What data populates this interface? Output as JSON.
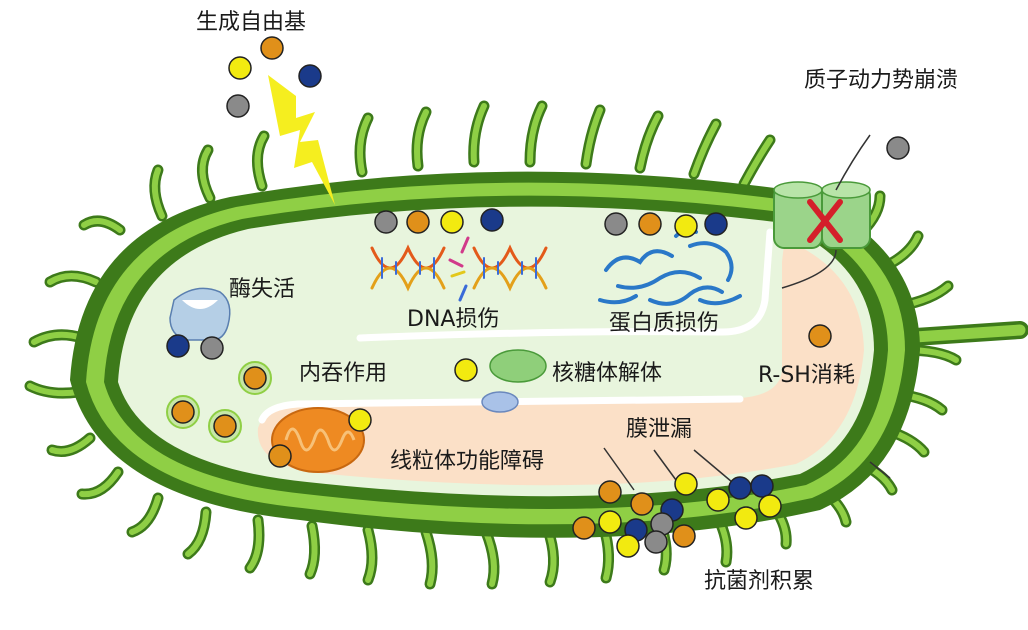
{
  "labels": {
    "free_radicals": "生成自由基",
    "pmf_collapse": "质子动力势崩溃",
    "enzyme_inactivation": "酶失活",
    "dna_damage": "DNA损伤",
    "protein_damage": "蛋白质损伤",
    "endocytosis": "内吞作用",
    "ribosome_disassembly": "核糖体解体",
    "rsh_depletion": "R-SH消耗",
    "mito_dysfunction": "线粒体功能障碍",
    "membrane_leakage": "膜泄漏",
    "antibacterial_accumulation": "抗菌剂积累"
  },
  "colors": {
    "wall_dark": "#3d7a1a",
    "wall_light": "#8fcf45",
    "cytoplasm": "#e8f5dd",
    "pink_region": "#fbe0c7",
    "particle_orange": "#e0901a",
    "particle_yellow": "#f2ea10",
    "particle_navy": "#1a3a8a",
    "particle_gray": "#8a8a8a",
    "lightning": "#f5ee1f",
    "cross": "#d41f2a",
    "mitochondrion": "#ee8a22",
    "protein": "#2a78c8"
  }
}
